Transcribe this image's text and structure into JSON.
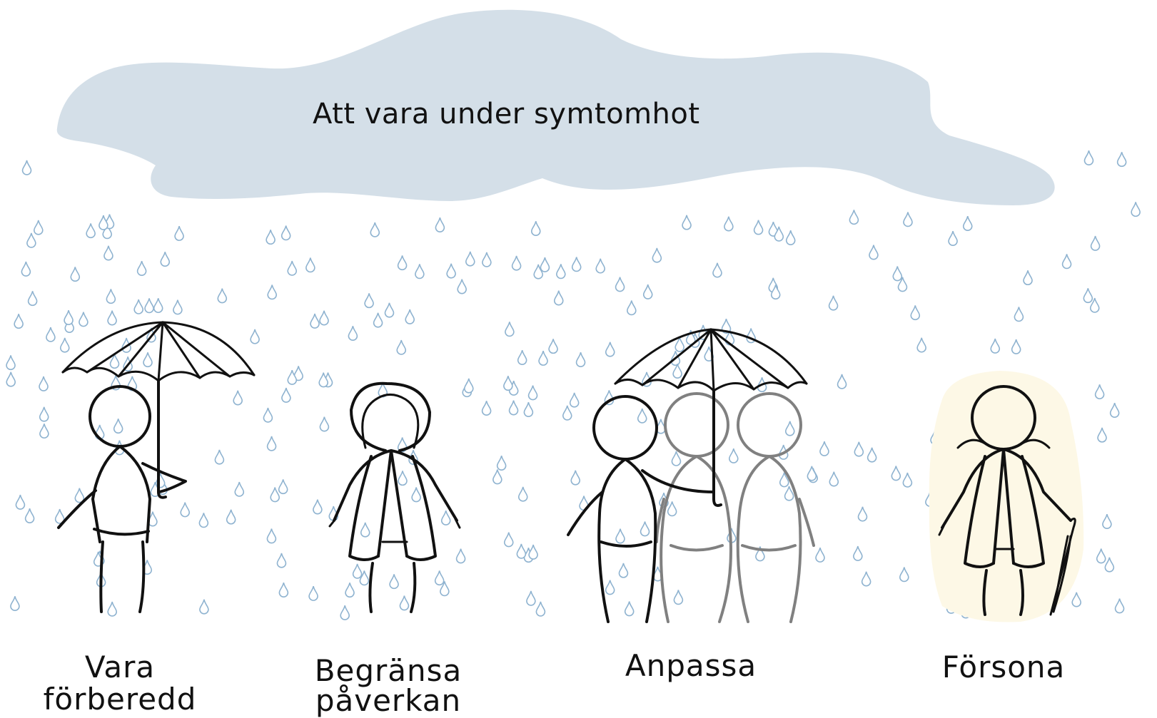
{
  "cloud": {
    "title": "Att vara under symtomhot",
    "color": "#d4dfe8"
  },
  "colors": {
    "rain": "#8fb3d0",
    "ink": "#111111",
    "companion": "#808080",
    "glow": "#fdf8e6"
  },
  "figures": [
    {
      "label_lines": [
        "Vara",
        "förberedd"
      ],
      "icon": "person-with-umbrella-icon"
    },
    {
      "label_lines": [
        "Begränsa",
        "påverkan"
      ],
      "icon": "person-in-hooded-raincoat-icon"
    },
    {
      "label_lines": [
        "Anpassa"
      ],
      "icon": "three-people-sharing-umbrella-icon"
    },
    {
      "label_lines": [
        "Försona"
      ],
      "icon": "person-in-raincoat-with-closed-umbrella-icon"
    }
  ]
}
